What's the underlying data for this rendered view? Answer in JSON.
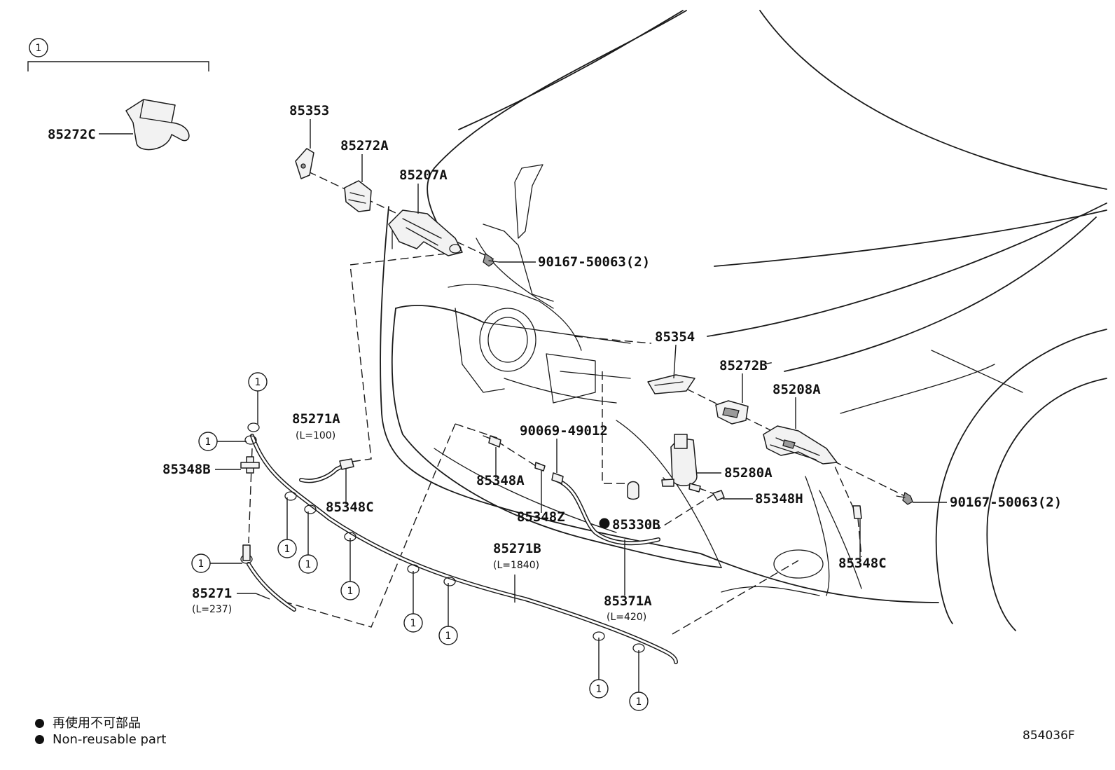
{
  "group_marker": "1",
  "labels": {
    "p85272C": "85272C",
    "p85353": "85353",
    "p85272A": "85272A",
    "p85207A": "85207A",
    "p90167_top": "90167-50063(2)",
    "p85354": "85354",
    "p85272B": "85272B",
    "p85208A": "85208A",
    "p85271A": "85271A",
    "p85271A_len": "(L=100)",
    "p90069": "90069-49012",
    "p85348B": "85348B",
    "p85348A": "85348A",
    "p85280A": "85280A",
    "p85348C_left": "85348C",
    "p85348H": "85348H",
    "p90167_right": "90167-50063(2)",
    "p85348Z": "85348Z",
    "p85330B": "85330B",
    "p85271B": "85271B",
    "p85271B_len": "(L=1840)",
    "p85348C_right": "85348C",
    "p85271": "85271",
    "p85271_len": "(L=237)",
    "p85371A": "85371A",
    "p85371A_len": "(L=420)"
  },
  "legend": {
    "jp": "再使用不可部品",
    "en": "Non-reusable part"
  },
  "illustration_code": "854036F"
}
